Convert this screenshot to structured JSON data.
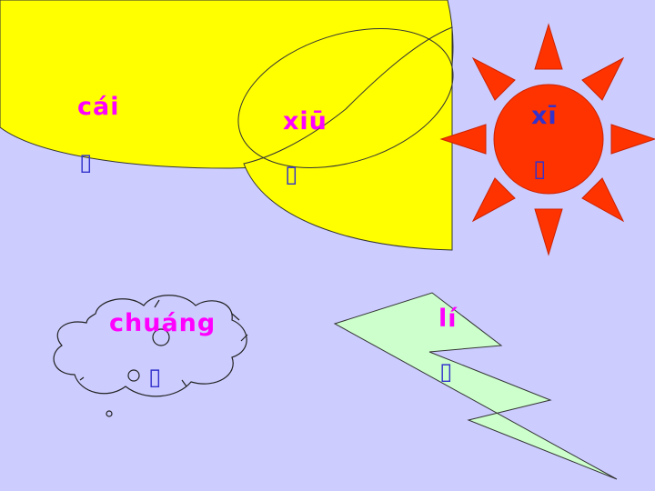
{
  "colors": {
    "background": "#ccccff",
    "moon": "#ffff00",
    "sun": "#ff3300",
    "lightning": "#ccffcc",
    "pinyin": "#ff00ff",
    "glyph": "#3333cc"
  },
  "cards": [
    {
      "id": "cai",
      "pinyin": "cái",
      "glyph": "▯"
    },
    {
      "id": "xiu",
      "pinyin": "xiū",
      "glyph": "▯"
    },
    {
      "id": "xi",
      "pinyin": "xī",
      "glyph": "▯"
    },
    {
      "id": "chuang",
      "pinyin": "chuáng",
      "glyph": "▯"
    },
    {
      "id": "li",
      "pinyin": "lí",
      "glyph": "▯"
    }
  ]
}
